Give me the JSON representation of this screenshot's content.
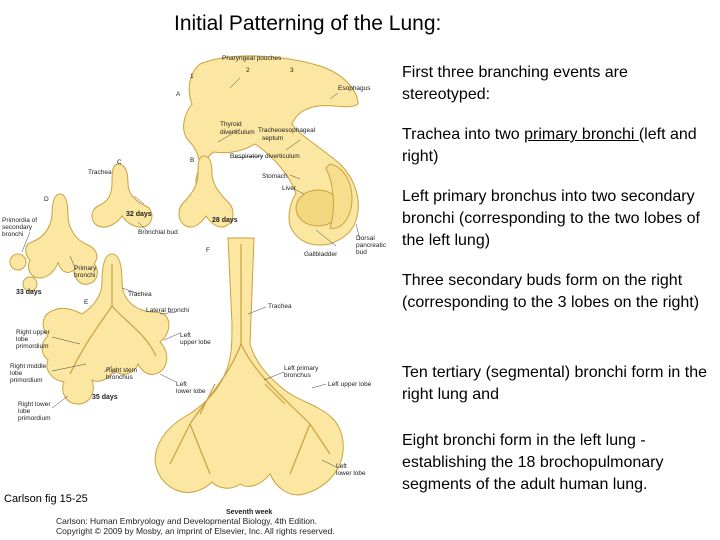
{
  "title": "Initial Patterning of the Lung:",
  "bullets": [
    {
      "text": "First three branching events are stereotyped:"
    },
    {
      "pre": "Trachea into two ",
      "underlined": "primary bronchi ",
      "post": "(left and right)"
    },
    {
      "text": "Left primary bronchus into two secondary bronchi (corresponding to the two lobes of the left lung)"
    },
    {
      "text": "Three secondary buds form on the right (corresponding to the 3 lobes on the right)"
    },
    {
      "text": "Ten tertiary (segmental) bronchi form in the right lung and"
    },
    {
      "text": "Eight bronchi form in the left lung - establishing the 18 brochopulmonary segments of the adult human lung."
    }
  ],
  "figure": {
    "panel_letters": {
      "a": "A",
      "b": "B",
      "c": "C",
      "d": "D",
      "e": "E",
      "f": "F"
    },
    "labels": {
      "pharyngeal_pouches": "Pharyngeal pouches",
      "num1": "1",
      "num2": "2",
      "num3": "3",
      "esophagus": "Esophagus",
      "thyroid": "Thyroid",
      "diverticulum": "diverticulum",
      "tracheoesophageal": "Tracheoesophageal",
      "septum": "septum",
      "respiratory_diverticulum": "Respiratory diverticulum",
      "stomach": "Stomach",
      "liver": "Liver",
      "trachea_c": "Trachea",
      "days32": "32 days",
      "days28": "28 days",
      "bronchial_bud": "Bronchial bud",
      "gallbladder": "Gallbladder",
      "dorsal": "Dorsal",
      "pancreatic": "pancreatic",
      "bud": "bud",
      "primordia1": "Primordia of",
      "primordia2": "secondary",
      "primordia3": "bronchi",
      "primary1": "Primary",
      "primary2": "bronchi",
      "days33": "33 days",
      "trachea_e": "Trachea",
      "lateral_bronchi": "Lateral bronchi",
      "trachea_f": "Trachea",
      "left_upper_lobe_e1": "Left",
      "left_upper_lobe_e2": "upper lobe",
      "right_upper1": "Right upper",
      "right_upper2": "lobe",
      "right_upper3": "primordium",
      "right_middle1": "Right middle",
      "right_middle2": "lobe",
      "right_middle3": "primordium",
      "right_stem1": "Right stem",
      "right_stem2": "bronchus",
      "left_lower_e1": "Left",
      "left_lower_e2": "lower lobe",
      "right_lower1": "Right lower",
      "right_lower2": "lobe",
      "right_lower3": "primordium",
      "days35": "35 days",
      "left_primary1": "Left primary",
      "left_primary2": "bronchus",
      "left_upper_lobe_f": "Left upper lobe",
      "left_lower_f1": "Left",
      "left_lower_f2": "lower lobe",
      "seventh_week": "Seventh week"
    }
  },
  "credit": "Carlson fig 15-25",
  "copyright_lines": [
    "Carlson: Human Embryology and Developmental Biology, 4th Edition.",
    "Copyright © 2009 by Mosby, an imprint of Elsevier, Inc. All rights reserved."
  ]
}
